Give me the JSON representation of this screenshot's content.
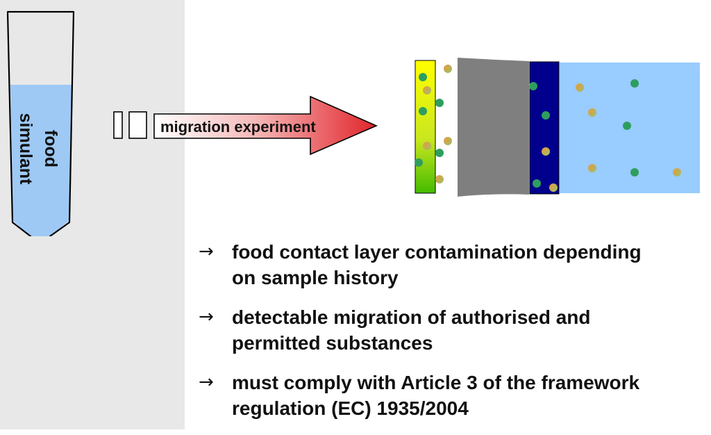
{
  "simulant_label": {
    "line1": "food",
    "line2": "simulant"
  },
  "experiment_arrow": {
    "label": "migration experiment"
  },
  "bullets": [
    {
      "arrow": "→",
      "line1": "food contact layer contamination depending",
      "line2": "on sample history"
    },
    {
      "arrow": "→",
      "line1": "detectable migration of authorised and",
      "line2": "permitted substances"
    },
    {
      "arrow": "→",
      "line1": "must comply with Article 3 of the framework",
      "line2": "regulation (EC) 1935/2004"
    }
  ],
  "colors": {
    "simulant_liquid": "#9ec9f5",
    "arrow_fill_end": "#e0242a",
    "barrier_layer": "#7f7f7f",
    "inner_layer": "#00008c",
    "food_region": "#99ccff",
    "contact_layer_top": "#ffff00",
    "contact_layer_bottom": "#44bb00",
    "particle_green": "#2e9e5e",
    "particle_orange": "#e0a050"
  }
}
